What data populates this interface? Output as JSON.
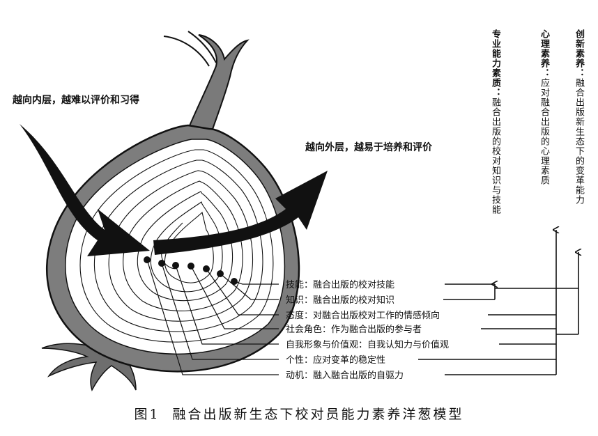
{
  "arrow_labels": {
    "inner": "越向内层，越难以评价和习得",
    "outer": "越向外层，越易于培养和评价"
  },
  "layers": [
    {
      "label": "技能：融合出版的校对技能"
    },
    {
      "label": "知识：融合出版的校对知识"
    },
    {
      "label": "态度：对融合出版校对工作的情感倾向"
    },
    {
      "label": "社会角色：作为融合出版的参与者"
    },
    {
      "label": "自我形象与价值观：自我认知力与价值观"
    },
    {
      "label": "个性：应对变革的稳定性"
    },
    {
      "label": "动机：融入融合出版的自驱力"
    }
  ],
  "groups": [
    {
      "title": "专业能力素质：",
      "desc": "融合出版的校对知识与技能"
    },
    {
      "title": "心理素养：",
      "desc": "应对融合出版的心理素质"
    },
    {
      "title": "创新素养：",
      "desc": "融合出版新生态下的变革能力"
    }
  ],
  "caption": {
    "number": "图1",
    "title": "融合出版新生态下校对员能力素养洋葱模型"
  }
}
